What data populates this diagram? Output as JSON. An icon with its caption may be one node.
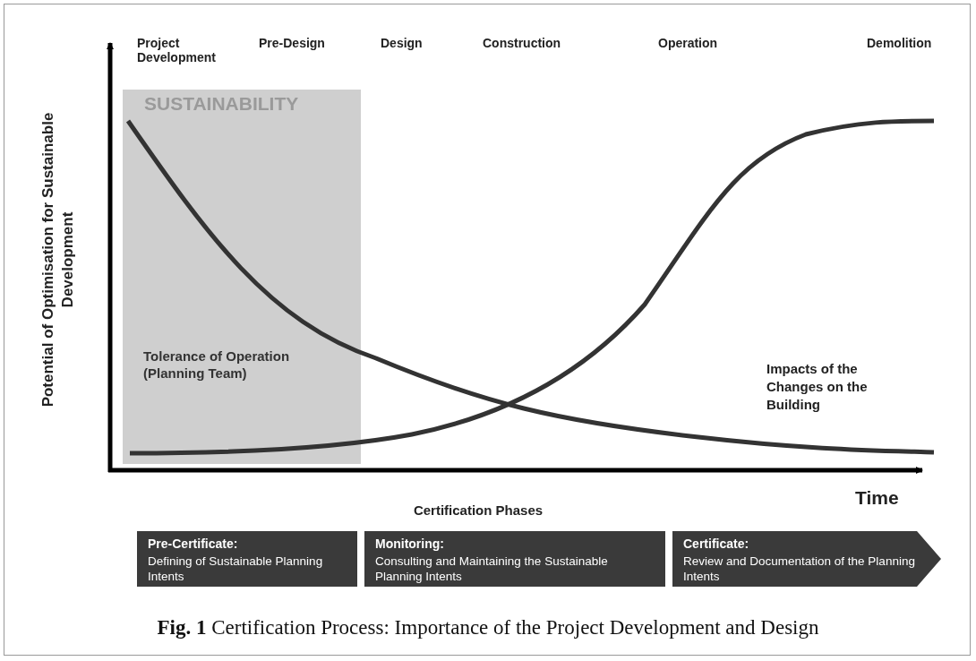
{
  "diagram": {
    "caption": "**Fig. 1** Certification Process: Importance of the Project Development and Design",
    "nodes": [
      {
        "text": [
          "SUSTAINABILITY",
          "Tolerance of Operation (Planning Team)"
        ]
      },
      {
        "text": [
          "Pre-Certificate:",
          "Defining of Sustainable Planning Intents"
        ]
      },
      {
        "text": [
          "Monitoring:",
          "Consulting and Maintaining the Sustainable Planning Intents"
        ]
      },
      {
        "text": [
          "Certificate:",
          "Review and Documentation of the Planning Intents"
        ]
      }
    ],
    "labels": [
      "Project Development",
      "Pre-Design",
      "Design",
      "Construction",
      "Operation",
      "Demolition",
      "Potential of Optimisation for Sustainable Development",
      "Impacts of the Changes on the Building",
      "Time",
      "Certification Phases"
    ]
  }
}
